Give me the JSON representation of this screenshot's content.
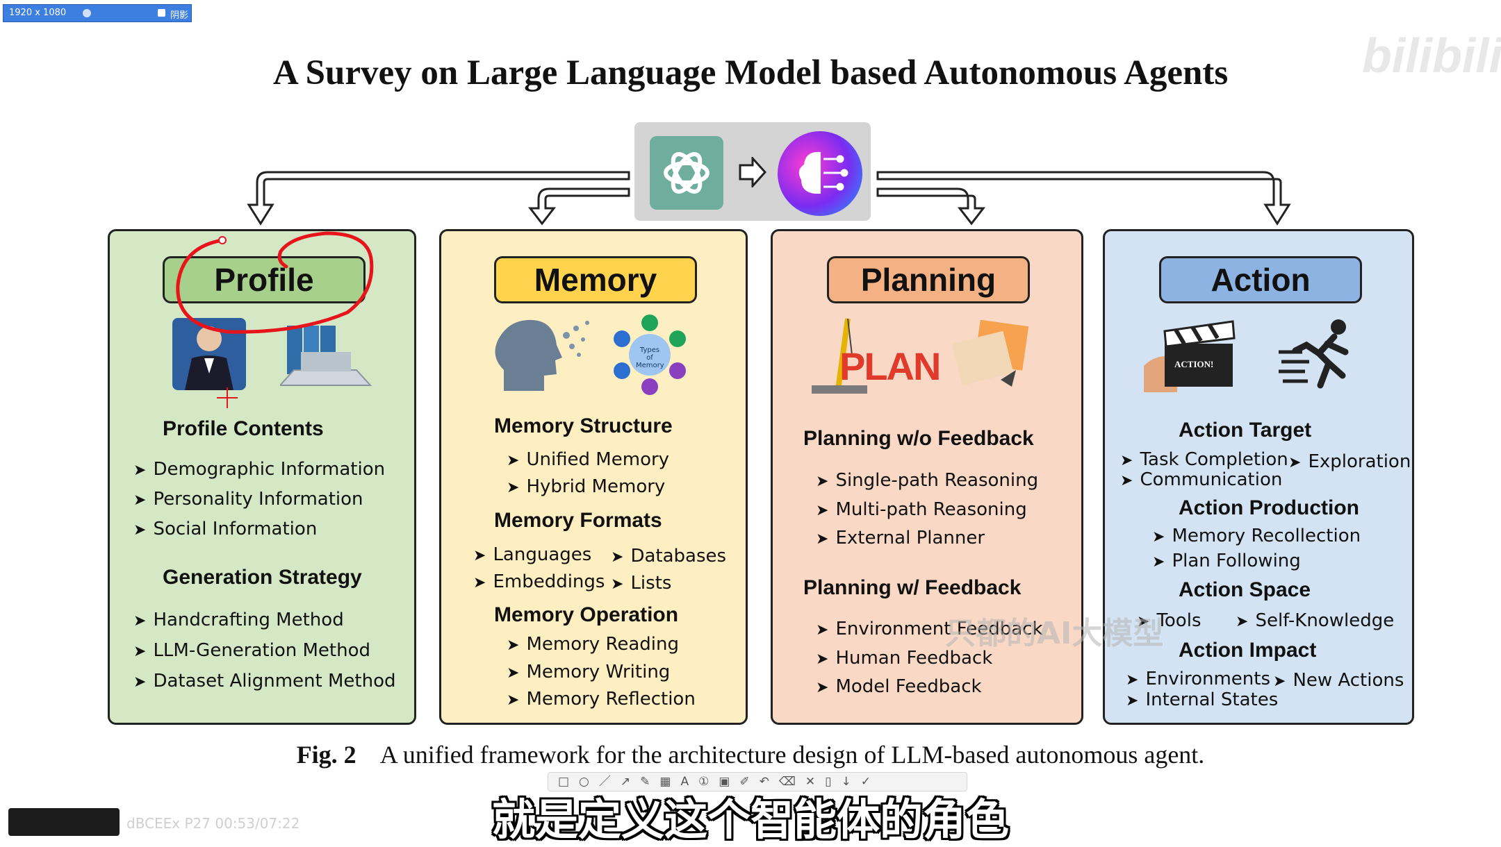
{
  "topbar": {
    "resolution": "1920 x 1080",
    "label": "阴影"
  },
  "title": "A Survey on Large Language Model based Autonomous Agents",
  "watermark_brand": "bilibili",
  "panels": {
    "profile": {
      "header": "Profile",
      "sections": [
        {
          "title": "Profile Contents",
          "items": [
            "Demographic Information",
            "Personality Information",
            "Social Information"
          ]
        },
        {
          "title": "Generation Strategy",
          "items": [
            "Handcrafting Method",
            "LLM-Generation Method",
            "Dataset  Alignment Method"
          ]
        }
      ]
    },
    "memory": {
      "header": "Memory",
      "image_text": "Types of Memory",
      "sections": [
        {
          "title": "Memory Structure",
          "items": [
            "Unified Memory",
            "Hybrid Memory"
          ]
        },
        {
          "title": "Memory Formats",
          "items": [
            "Languages",
            "Databases",
            "Embeddings",
            "Lists"
          ]
        },
        {
          "title": "Memory Operation",
          "items": [
            "Memory Reading",
            "Memory Writing",
            "Memory Reflection"
          ]
        }
      ]
    },
    "planning": {
      "header": "Planning",
      "image_text": "PLAN",
      "sections": [
        {
          "title": "Planning w/o Feedback",
          "items": [
            "Single-path Reasoning",
            "Multi-path Reasoning",
            "External Planner"
          ]
        },
        {
          "title": "Planning w/ Feedback",
          "items": [
            "Environment Feedback",
            "Human Feedback",
            "Model Feedback"
          ]
        }
      ]
    },
    "action": {
      "header": "Action",
      "image_text": "ACTION!",
      "sections": [
        {
          "title": "Action Target",
          "items": [
            "Task Completion",
            "Exploration",
            "Communication"
          ]
        },
        {
          "title": "Action Production",
          "items": [
            "Memory Recollection",
            "Plan Following"
          ]
        },
        {
          "title": "Action Space",
          "items": [
            "Tools",
            "Self-Knowledge"
          ]
        },
        {
          "title": "Action Impact",
          "items": [
            "Environments",
            "New Actions",
            "Internal States"
          ]
        }
      ]
    }
  },
  "caption": {
    "label": "Fig. 2",
    "text": "A unified framework for the architecture design of LLM-based autonomous agent."
  },
  "subtitle": "就是定义这个智能体的角色",
  "overlay_watermark": "只都的AI大模型",
  "corner_text": "dBCEEx P27 00:53/07:22",
  "toolbar_glyphs": "□○／↗✎▦A①▣✐↶⌫✕▯↓✓",
  "colors": {
    "profile_bg": "#d5e8c6",
    "profile_header": "#a8d08d",
    "memory_bg": "#fdefc2",
    "memory_header": "#ffd34e",
    "planning_bg": "#f9d9c5",
    "planning_header": "#f4b183",
    "action_bg": "#d4e3f3",
    "action_header": "#8db3e2",
    "annotation_red": "#e8141c"
  }
}
